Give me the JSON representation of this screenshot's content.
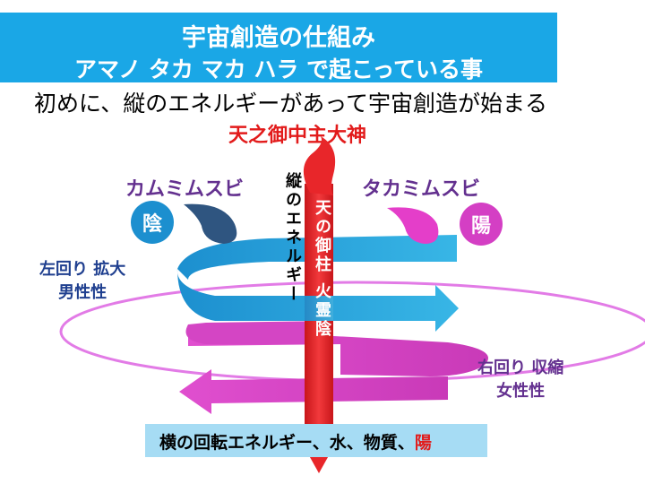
{
  "header": {
    "title": "宇宙創造の仕組み",
    "subtitle": "アマノ タカ マカ ハラ で起こっている事"
  },
  "intro": "初めに、縦のエネルギーがあって宇宙創造が始まる",
  "top_deity": "天之御中主大神",
  "left": {
    "name": "カムミムスビ",
    "badge": "陰",
    "rotation": "左回り 拡大",
    "gender": "男性性"
  },
  "right": {
    "name": "タカミムスビ",
    "badge": "陽",
    "rotation": "右回り 収縮",
    "gender": "女性性"
  },
  "vertical_label": "縦のエネルギー",
  "pillar_label": "天の御柱 火霊陰",
  "bottom": {
    "text": "横の回転エネルギー、水、物質、",
    "accent": "陽"
  },
  "colors": {
    "header_bg": "#1aa7e6",
    "pillar_red": "#e8262a",
    "left_blue": "#2f5580",
    "right_pink": "#e43ec9",
    "cyan_band": "#2aa6dc",
    "magenta_band": "#d43fc4",
    "ellipse": "#e27be6",
    "bottom_bar": "#a6dcf4"
  }
}
